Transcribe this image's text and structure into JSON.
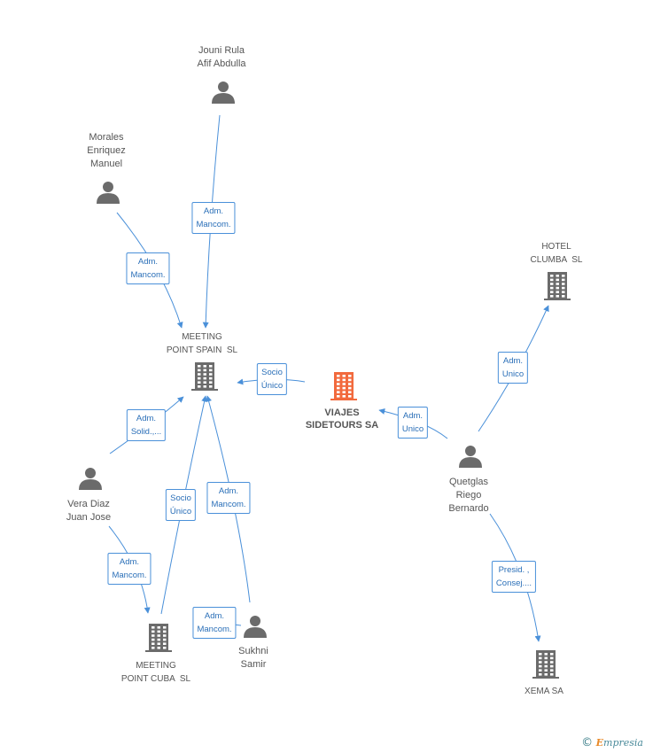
{
  "colors": {
    "edge": "#4a90d9",
    "node_icon": "#6b6b6b",
    "focus_icon": "#f26a3d"
  },
  "nodes": [
    {
      "id": "jouni",
      "type": "person",
      "label": "Jouni Rula\nAfif Abdulla"
    },
    {
      "id": "morales",
      "type": "person",
      "label": "Morales\nEnriquez\nManuel"
    },
    {
      "id": "hotel",
      "type": "company",
      "label": "HOTEL\nCLUMBA  SL"
    },
    {
      "id": "mps",
      "type": "company",
      "label": "MEETING\nPOINT SPAIN  SL"
    },
    {
      "id": "viajes",
      "type": "focus",
      "label": "VIAJES\nSIDETOURS SA"
    },
    {
      "id": "vera",
      "type": "person",
      "label": "Vera Diaz\nJuan Jose"
    },
    {
      "id": "quetglas",
      "type": "person",
      "label": "Quetglas\nRiego\nBernardo"
    },
    {
      "id": "mpc",
      "type": "company",
      "label": "MEETING\nPOINT CUBA  SL"
    },
    {
      "id": "sukhni",
      "type": "person",
      "label": "Sukhni\nSamir"
    },
    {
      "id": "xema",
      "type": "company",
      "label": "XEMA SA"
    }
  ],
  "edges": [
    {
      "from": "jouni",
      "to": "mps",
      "label": "Adm.\nMancom."
    },
    {
      "from": "morales",
      "to": "mps",
      "label": "Adm.\nMancom."
    },
    {
      "from": "viajes",
      "to": "mps",
      "label": "Socio\nÚnico"
    },
    {
      "from": "vera",
      "to": "mps",
      "label": "Adm.\nSolid.,..."
    },
    {
      "from": "mpc",
      "to": "mps",
      "label": "Socio\nÚnico"
    },
    {
      "from": "sukhni",
      "to": "mps",
      "label": "Adm.\nMancom."
    },
    {
      "from": "vera",
      "to": "mpc",
      "label": "Adm.\nMancom."
    },
    {
      "from": "sukhni",
      "to": "mpc",
      "label": "Adm.\nMancom."
    },
    {
      "from": "quetglas",
      "to": "viajes",
      "label": "Adm.\nUnico"
    },
    {
      "from": "quetglas",
      "to": "hotel",
      "label": "Adm.\nUnico"
    },
    {
      "from": "quetglas",
      "to": "xema",
      "label": "Presid. ,\nConsej...."
    }
  ],
  "footer": {
    "copyright": "©",
    "brand_initial": "E",
    "brand_rest": "mpresia"
  }
}
